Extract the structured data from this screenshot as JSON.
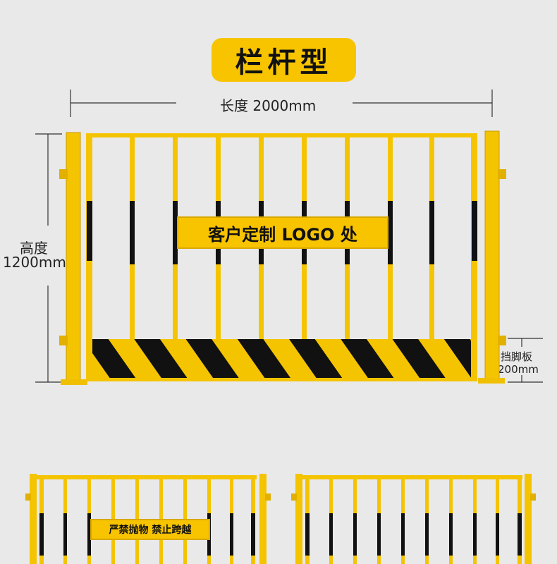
{
  "title": "栏杆型",
  "length_label": "长度 2000mm",
  "height_label_line1": "高度",
  "height_label_line2": "1200mm",
  "toe_board_line1": "挡脚板",
  "toe_board_line2": "200mm",
  "main_sign_text": "客户定制 LOGO 处",
  "variant_sign_text": "严禁抛物  禁止跨越",
  "colors": {
    "fence_yellow": "#f5c400",
    "stripe_black": "#111111",
    "background": "#e9e9e9"
  }
}
